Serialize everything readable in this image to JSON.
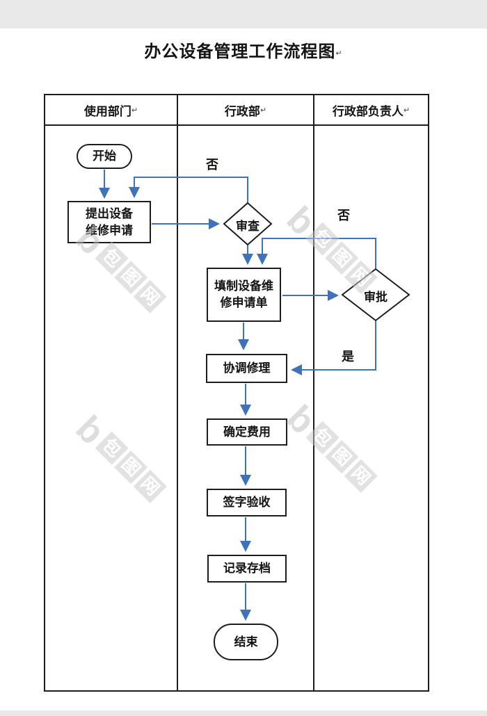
{
  "title": {
    "text": "办公设备管理工作流程图",
    "mark": "↵"
  },
  "lanes": [
    {
      "label": "使用部门",
      "mark": "↵"
    },
    {
      "label": "行政部",
      "mark": "↵"
    },
    {
      "label": "行政部负责人",
      "mark": "↵"
    }
  ],
  "nodes": {
    "start": "开始",
    "submit_request_line1": "提出设备",
    "submit_request_line2": "维修申请",
    "review": "审查",
    "fill_form_line1": "填制设备维",
    "fill_form_line2": "修申请单",
    "approve": "审批",
    "coordinate_repair": "协调修理",
    "determine_cost": "确定费用",
    "sign_acceptance": "签字验收",
    "record_archive": "记录存档",
    "end": "结束"
  },
  "edge_labels": {
    "review_no": "否",
    "approve_no": "否",
    "approve_yes": "是"
  },
  "watermark": {
    "logo": "b",
    "chars": [
      "包",
      "图",
      "网"
    ]
  },
  "colors": {
    "connector_blue": "#3f72ba",
    "shape_border": "#1d1d1d",
    "gray_band": "#e9e9e9",
    "watermark_gray": "#c7c7c7"
  }
}
